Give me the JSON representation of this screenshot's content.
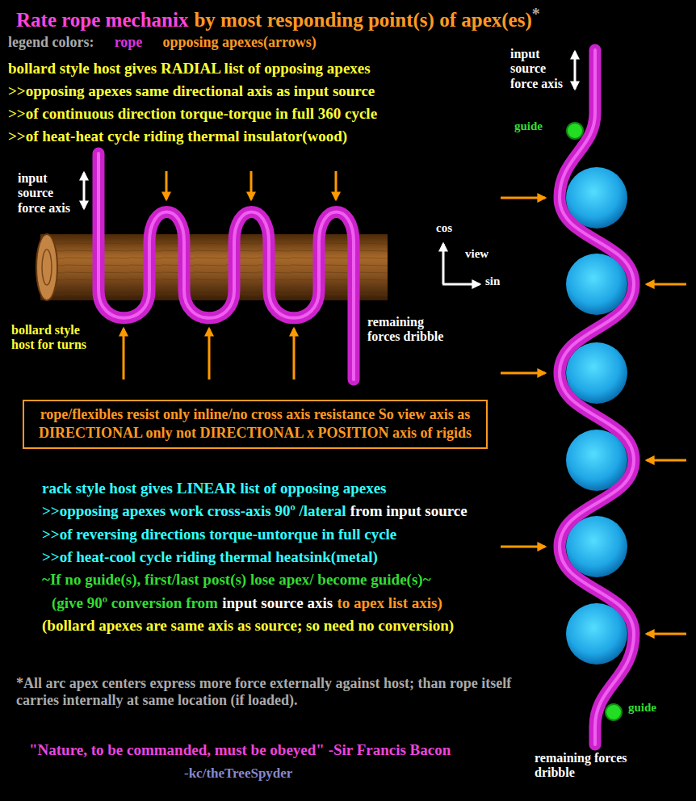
{
  "diagram": {
    "title": "Rate rope mechanix",
    "nodes": [
      {
        "text": [
          "rope/flexibles resist only inline/no cross axis resistance So view axis as DIRECTIONAL only not DIRECTIONAL x POSITION axis of rigids"
        ]
      }
    ],
    "labels": [
      "legend colors:",
      "by most responding point(s) of apex(es)",
      "*",
      "bollard style host gives RADIAL list of opposing apexes",
      ">>opposing apexes same directional axis as input source",
      ">>of continuous direction torque-torque in full 360 cycle",
      ">>of heat-heat cycle riding thermal insulator(wood)",
      "input source force axis",
      "guide",
      "input source force axis",
      "cos",
      "view",
      "sin",
      "bollard style host for turns",
      "remaining forces dribble",
      "rack style host gives LINEAR list of opposing apexes",
      ">>opposing apexes work cross-axis 90º /lateral",
      "from input source",
      ">>of reversing directions torque-untorque in full cycle",
      ">>of heat-cool cycle riding thermal heatsink(metal)",
      "~If no guide(s), first/last post(s) lose apex/ become guide(s)~",
      "(give 90º conversion from",
      "input source axis",
      "to apex list axis)",
      "(bollard apexes are same axis as source; so need no conversion)",
      "guide",
      "remaining forces dribble",
      "*All arc apex centers express more force externally against host; than rope itself carries internally at same location (if loaded).",
      "\"Nature, to be commanded, must be obeyed\" -Sir Francis Bacon",
      "-kc/theTreeSpyder"
    ],
    "legend": [
      {
        "text": "rope",
        "color": "#dd33dd"
      },
      {
        "text": "opposing apexes(arrows)",
        "color": "#ff9922"
      }
    ]
  }
}
